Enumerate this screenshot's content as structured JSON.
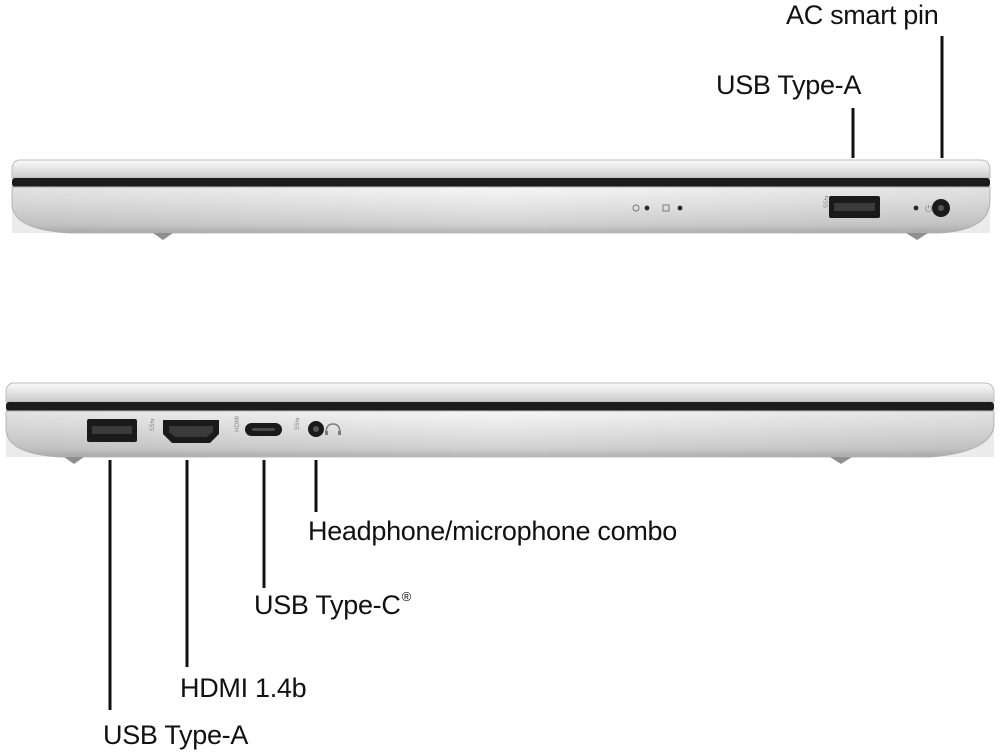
{
  "top_view": {
    "callouts": {
      "ac_smart_pin": "AC smart pin",
      "usb_type_a": "USB Type-A"
    }
  },
  "bottom_view": {
    "callouts": {
      "headphone_combo": "Headphone/microphone combo",
      "usb_type_c": "USB Type-C",
      "usb_type_c_mark": "®",
      "hdmi": "HDMI 1.4b",
      "usb_type_a": "USB Type-A"
    }
  },
  "colors": {
    "chassis_light": "#f2f2f2",
    "chassis_mid": "#d6d6d6",
    "chassis_dark": "#b9b9b9",
    "seam": "#1c1c1c",
    "port": "#1a1a1a",
    "leader_line": "#111111",
    "label_text": "#111111"
  }
}
